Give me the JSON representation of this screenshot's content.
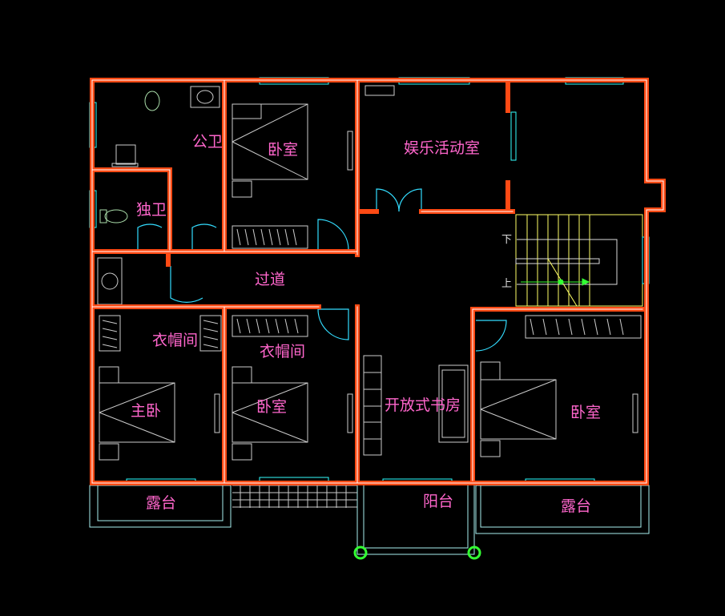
{
  "labels": {
    "public_bath": "公卫",
    "private_bath": "独卫",
    "bedroom_top": "卧室",
    "entertainment": "娱乐活动室",
    "corridor": "过道",
    "wardrobe_left": "衣帽间",
    "wardrobe_mid": "衣帽间",
    "master_bedroom": "主卧",
    "bedroom_mid": "卧室",
    "study": "开放式书房",
    "bedroom_right": "卧室",
    "terrace_left": "露台",
    "balcony": "阳台",
    "terrace_right": "露台",
    "stair_down": "下",
    "stair_up": "上"
  },
  "colors": {
    "background": "#000000",
    "wall": "#ff4a14",
    "wall_core": "#ffffff",
    "window": "#33ffff",
    "door": "#33ddff",
    "furniture": "#cccccc",
    "stair": "#ffff66",
    "label": "#ff66cc",
    "column": "#33ff33"
  }
}
